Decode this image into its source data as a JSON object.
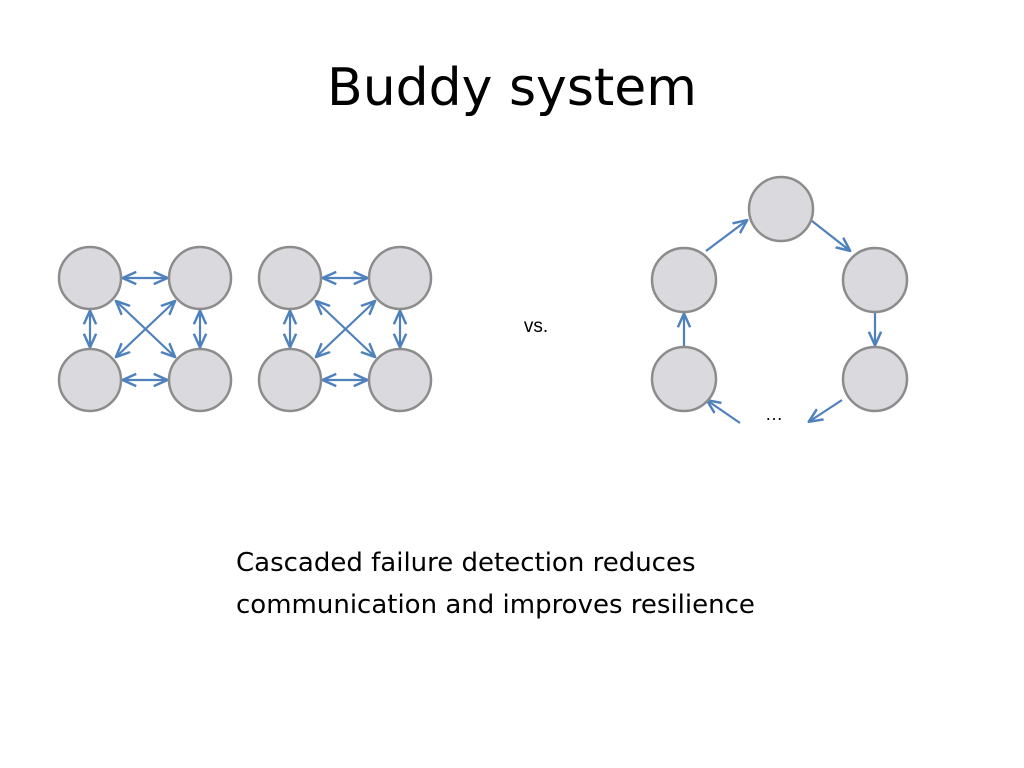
{
  "slide": {
    "title": "Buddy system",
    "vs_label": "vs.",
    "ring_ellipsis": "…",
    "caption_lines": [
      "Cascaded failure detection reduces",
      "communication and improves resilience"
    ]
  },
  "colors": {
    "node_fill": "#d9d9de",
    "node_stroke": "#8c8c8c",
    "arrow": "#4f81bd"
  },
  "diagram": {
    "buddy_groups": [
      {
        "id": "group-1",
        "nodes": [
          "top-left",
          "top-right",
          "bottom-left",
          "bottom-right"
        ],
        "edges": [
          {
            "from": "top-left",
            "to": "top-right",
            "direction": "both"
          },
          {
            "from": "bottom-left",
            "to": "bottom-right",
            "direction": "both"
          },
          {
            "from": "top-left",
            "to": "bottom-left",
            "direction": "both"
          },
          {
            "from": "top-right",
            "to": "bottom-right",
            "direction": "both"
          },
          {
            "from": "top-left",
            "to": "bottom-right",
            "direction": "both"
          },
          {
            "from": "top-right",
            "to": "bottom-left",
            "direction": "both"
          }
        ]
      },
      {
        "id": "group-2",
        "nodes": [
          "top-left",
          "top-right",
          "bottom-left",
          "bottom-right"
        ],
        "edges": [
          {
            "from": "top-left",
            "to": "top-right",
            "direction": "both"
          },
          {
            "from": "bottom-left",
            "to": "bottom-right",
            "direction": "both"
          },
          {
            "from": "top-left",
            "to": "bottom-left",
            "direction": "both"
          },
          {
            "from": "top-right",
            "to": "bottom-right",
            "direction": "both"
          },
          {
            "from": "top-left",
            "to": "bottom-right",
            "direction": "both"
          },
          {
            "from": "top-right",
            "to": "bottom-left",
            "direction": "both"
          }
        ]
      }
    ],
    "ring": {
      "nodes": [
        "top",
        "upper-right",
        "lower-right",
        "lower-left",
        "upper-left"
      ],
      "edges": [
        {
          "from": "upper-left",
          "to": "top",
          "direction": "one-way"
        },
        {
          "from": "top",
          "to": "upper-right",
          "direction": "one-way"
        },
        {
          "from": "upper-right",
          "to": "lower-right",
          "direction": "one-way"
        },
        {
          "from": "lower-right",
          "to": "ellipsis",
          "direction": "one-way"
        },
        {
          "from": "ellipsis",
          "to": "lower-left",
          "direction": "one-way"
        },
        {
          "from": "lower-left",
          "to": "upper-left",
          "direction": "one-way"
        }
      ]
    }
  }
}
